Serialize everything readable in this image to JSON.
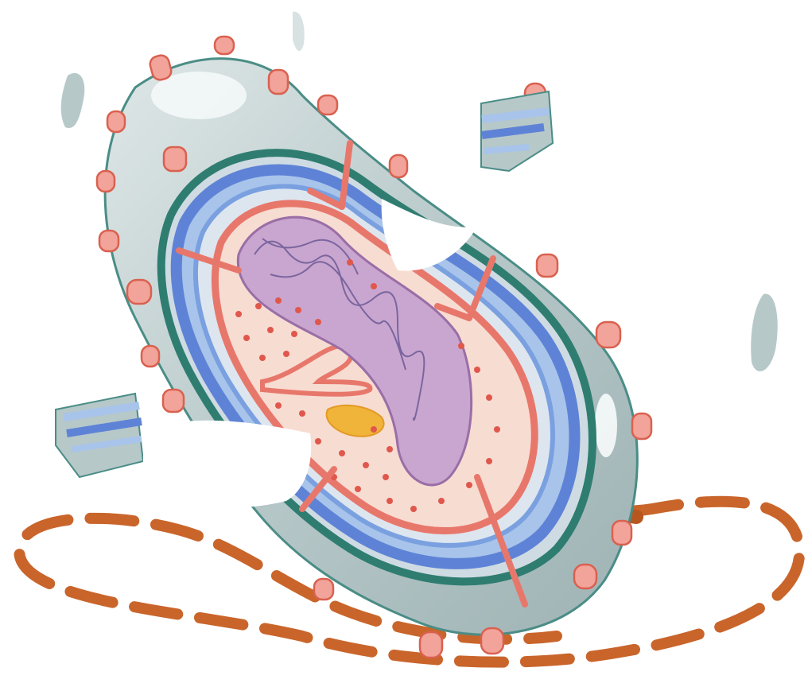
{
  "diagram": {
    "labels": [],
    "colors": {
      "capsule": "#b7c8c9",
      "capsule_outline": "#4a8d86",
      "cell_wall_blue": "#5e83d6",
      "cell_wall_light": "#a8c4ea",
      "membrane": "#e8776b",
      "cytoplasm": "#f7dcd2",
      "nucleoid": "#b893c2",
      "ribosome": "#e0574c",
      "inclusion": "#f0b43a",
      "flagellum": "#c9652b",
      "pilus": "#f2a39a"
    },
    "parts": [
      "capsule",
      "cell-wall",
      "plasma-membrane",
      "mesosome",
      "cytoplasm",
      "nucleoid",
      "ribosomes",
      "inclusion-granule",
      "flagellum",
      "pili",
      "detached-wall-fragments"
    ]
  }
}
